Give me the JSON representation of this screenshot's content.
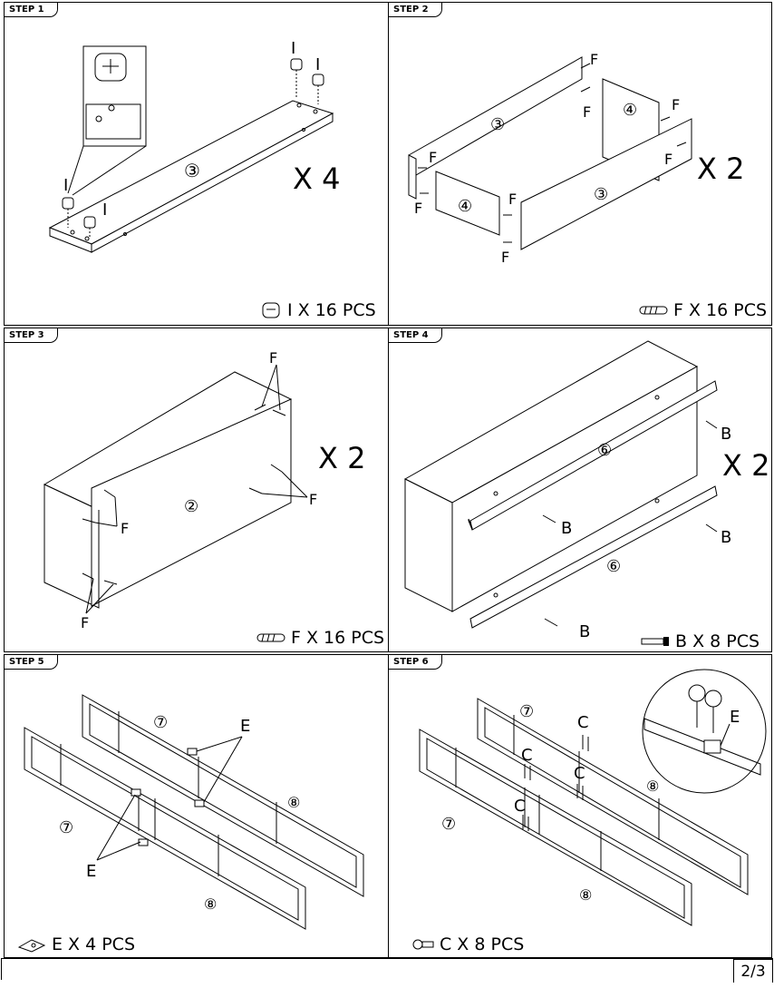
{
  "page_number": "2/3",
  "steps": [
    {
      "tab": "STEP 1",
      "multiplier": "X 4",
      "count": "I X 16 PCS",
      "labels": {
        "part": "③",
        "cam": "I"
      }
    },
    {
      "tab": "STEP 2",
      "multiplier": "X 2",
      "count": "F X 16 PCS",
      "labels": {
        "side": "③",
        "end": "④",
        "dowel": "F"
      }
    },
    {
      "tab": "STEP 3",
      "multiplier": "X 2",
      "count": "F X 16 PCS",
      "labels": {
        "back": "②",
        "dowel": "F"
      }
    },
    {
      "tab": "STEP 4",
      "multiplier": "X 2",
      "count": "B X 8 PCS",
      "labels": {
        "rail": "⑥",
        "bolt": "B"
      }
    },
    {
      "tab": "STEP 5",
      "count": "E X 4 PCS",
      "labels": {
        "frame_a": "⑦",
        "frame_b": "⑧",
        "bracket": "E"
      }
    },
    {
      "tab": "STEP 6",
      "count": "C X 8 PCS",
      "labels": {
        "frame_a": "⑦",
        "frame_b": "⑧",
        "screw": "C",
        "bracket": "E"
      }
    }
  ]
}
